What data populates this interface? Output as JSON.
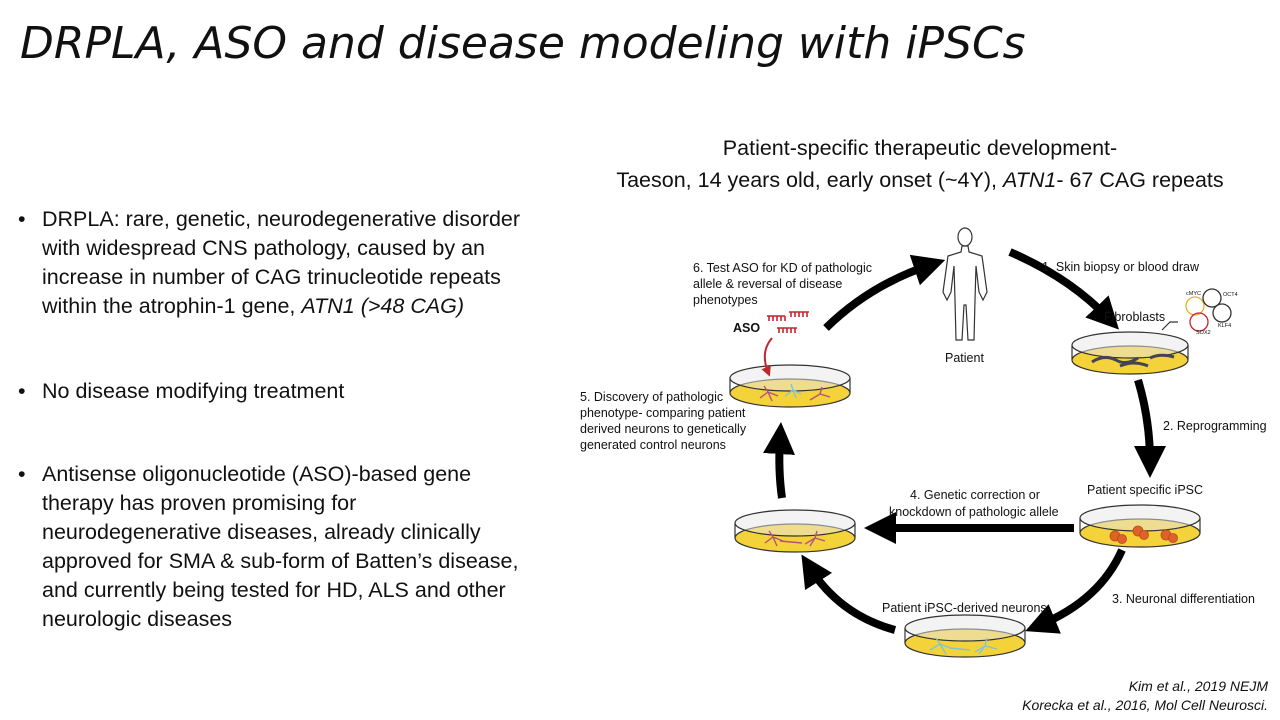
{
  "slide": {
    "title": "DRPLA, ASO and disease modeling with iPSCs",
    "bullets": [
      {
        "pre": "DRPLA: rare, genetic, neurodegenerative disorder with widespread CNS pathology, caused by an increase in number of CAG trinucleotide repeats within the atrophin-1 gene, ",
        "em": "ATN1 (>48 CAG)"
      },
      {
        "text": "No disease modifying treatment"
      },
      {
        "text": "Antisense oligonucleotide (ASO)-based gene therapy has proven promising for neurodegenerative diseases, already clinically approved for SMA & sub-form of Batten’s disease, and currently being tested for HD, ALS and other neurologic diseases"
      }
    ]
  },
  "diagram": {
    "heading_line1": "Patient-specific therapeutic development-",
    "heading_line2_pre": "Taeson, 14 years old, early onset (~4Y), ",
    "heading_line2_em": "ATN1",
    "heading_line2_post": "- 67 CAG repeats",
    "patient_label": "Patient",
    "fibroblasts_label": "Fibroblasts",
    "factors": [
      "cMYC",
      "OCT4",
      "SOX2",
      "KLF4"
    ],
    "ipsc_label": "Patient specific iPSC",
    "neurons_label": "Patient iPSC-derived neurons",
    "aso_label": "ASO",
    "step1": "1. Skin biopsy or blood draw",
    "step2": "2. Reprogramming",
    "step3": "3. Neuronal differentiation",
    "step4_lines": [
      "4. Genetic correction or",
      "knockdown of pathologic allele"
    ],
    "step5_lines": [
      "5. Discovery of pathologic",
      "phenotype- comparing patient",
      "derived neurons to genetically",
      "generated control neurons"
    ],
    "step6_lines": [
      "6. Test ASO for KD of pathologic",
      "allele & reversal of disease",
      "phenotypes"
    ],
    "colors": {
      "dish_fill": "#f4d23a",
      "cells": "#e0622a",
      "neuron_blue": "#7ec6d6",
      "neuron_pink": "#b5527e",
      "aso_red": "#c0272d",
      "arrow": "#000000"
    }
  },
  "citations": {
    "cite1": "Kim et al., 2019 NEJM",
    "cite2": "Korecka et al., 2016, Mol  Cell Neurosci."
  }
}
